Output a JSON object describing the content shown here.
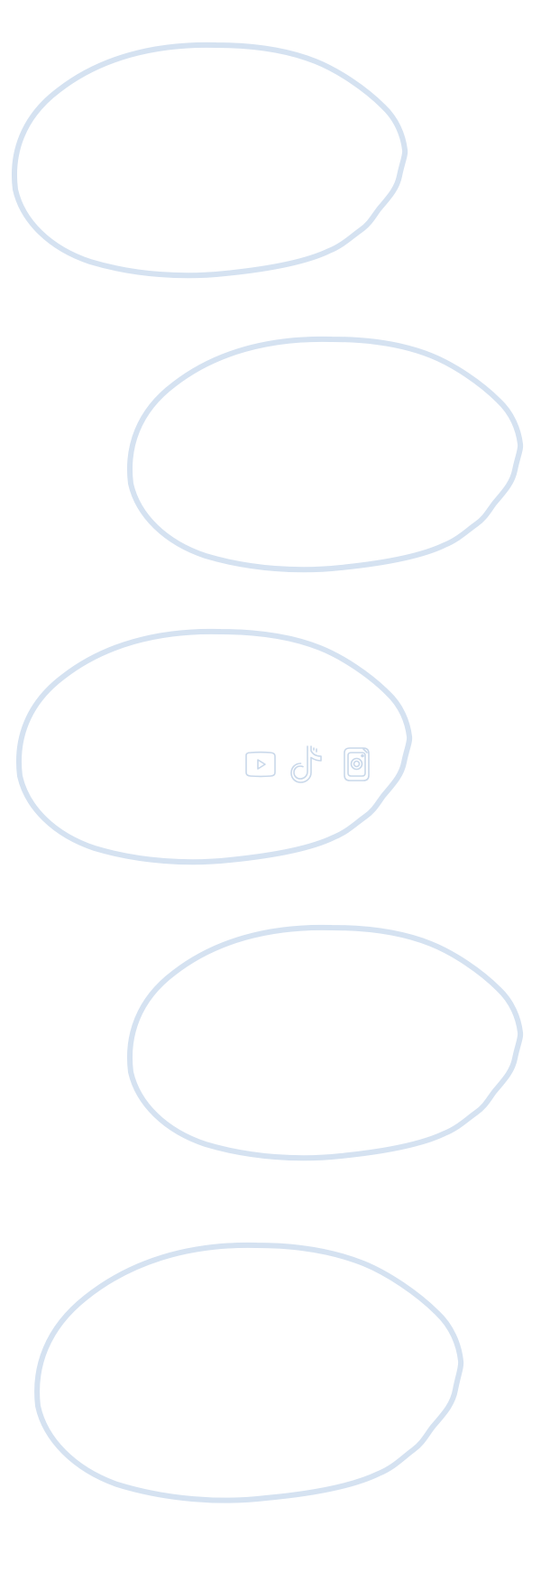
{
  "colors": {
    "blob_outline": "#d5e2f1",
    "icon_outline": "#c9d8ea",
    "background": "#ffffff"
  },
  "decorations": {
    "blobs": [
      "blob-outline",
      "blob-outline",
      "blob-outline",
      "blob-outline",
      "blob-outline"
    ]
  },
  "social": {
    "items": [
      {
        "icon": "youtube-icon"
      },
      {
        "icon": "tiktok-icon"
      },
      {
        "icon": "instagram-icon"
      }
    ]
  }
}
